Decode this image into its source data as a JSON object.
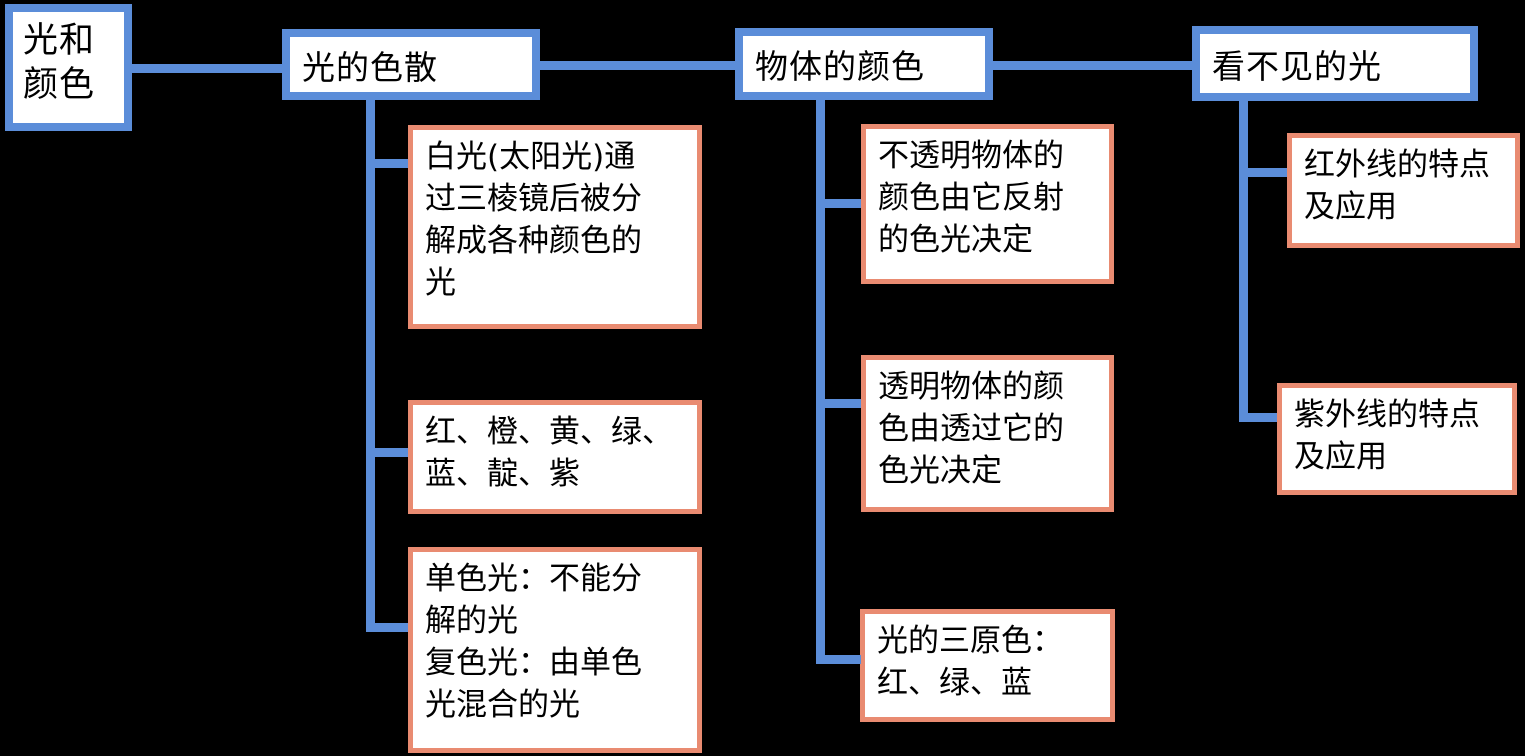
{
  "diagram": {
    "type": "concept-map",
    "topic": "光和颜色",
    "colors": {
      "background": "#000000",
      "node_fill": "#ffffff",
      "node_text": "#000000",
      "root_branch_border": "#5b8dd9",
      "leaf_border": "#e98b71",
      "connector": "#5b8dd9"
    },
    "root": {
      "label": "光和\n颜色"
    },
    "branches": [
      {
        "label": "光的色散",
        "children": [
          {
            "text": "白光(太阳光)通\n过三棱镜后被分\n解成各种颜色的\n光"
          },
          {
            "text": "红、橙、黄、绿、\n蓝、靛、紫"
          },
          {
            "text": "单色光：不能分\n解的光\n复色光：由单色\n光混合的光"
          }
        ]
      },
      {
        "label": "物体的颜色",
        "children": [
          {
            "text": "不透明物体的\n颜色由它反射\n的色光决定"
          },
          {
            "text": "透明物体的颜\n色由透过它的\n色光决定"
          },
          {
            "text": "光的三原色：\n红、绿、蓝"
          }
        ]
      },
      {
        "label": "看不见的光",
        "children": [
          {
            "text": "红外线的特点\n及应用"
          },
          {
            "text": "紫外线的特点\n及应用"
          }
        ]
      }
    ]
  }
}
